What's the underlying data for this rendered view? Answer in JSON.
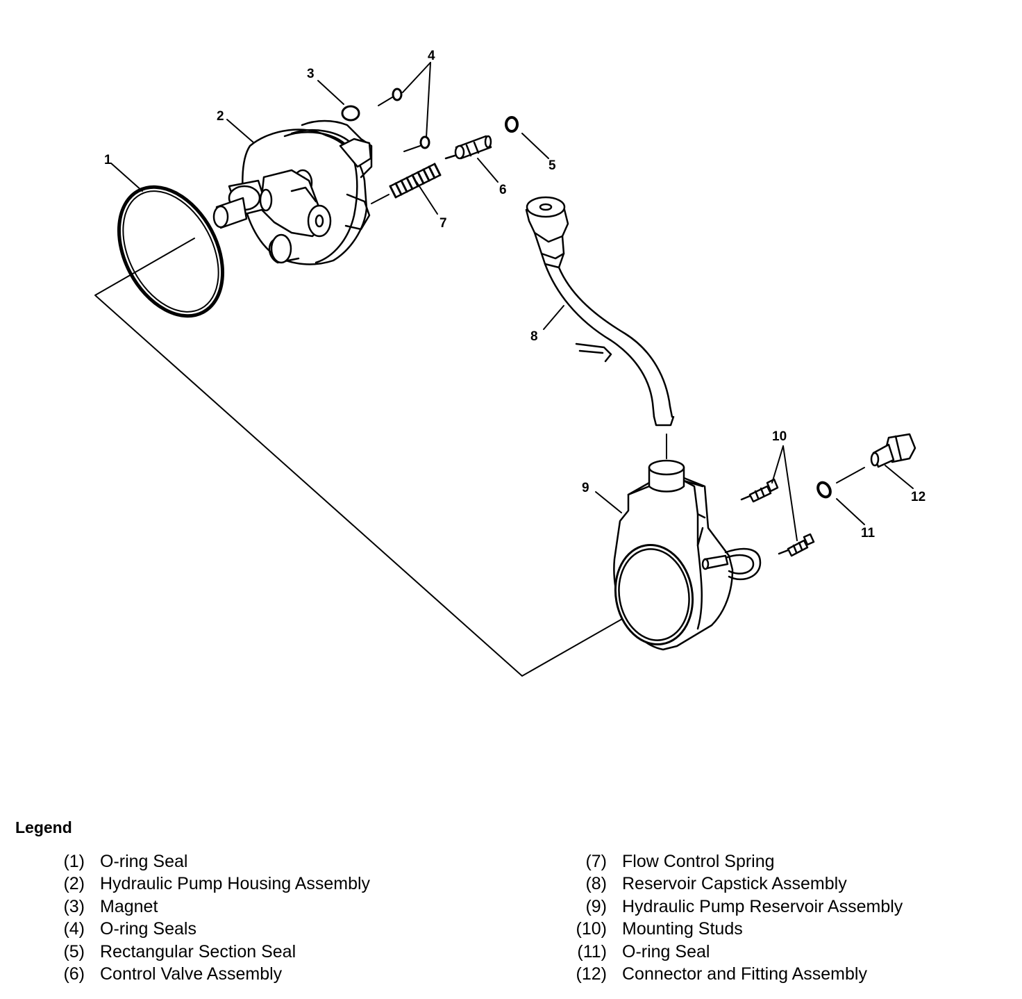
{
  "callouts": {
    "c1": "1",
    "c2": "2",
    "c3": "3",
    "c4": "4",
    "c5": "5",
    "c6": "6",
    "c7": "7",
    "c8": "8",
    "c9": "9",
    "c10": "10",
    "c11": "11",
    "c12": "12"
  },
  "legend": {
    "title": "Legend",
    "left": [
      {
        "num": "(1)",
        "label": "O-ring Seal"
      },
      {
        "num": "(2)",
        "label": "Hydraulic Pump Housing Assembly"
      },
      {
        "num": "(3)",
        "label": "Magnet"
      },
      {
        "num": "(4)",
        "label": "O-ring Seals"
      },
      {
        "num": "(5)",
        "label": "Rectangular Section Seal"
      },
      {
        "num": "(6)",
        "label": "Control Valve Assembly"
      }
    ],
    "right": [
      {
        "num": "(7)",
        "label": "Flow Control Spring"
      },
      {
        "num": "(8)",
        "label": "Reservoir Capstick Assembly"
      },
      {
        "num": "(9)",
        "label": "Hydraulic Pump Reservoir Assembly"
      },
      {
        "num": "(10)",
        "label": "Mounting Studs"
      },
      {
        "num": "(11)",
        "label": "O-ring Seal"
      },
      {
        "num": "(12)",
        "label": "Connector and Fitting Assembly"
      }
    ]
  }
}
